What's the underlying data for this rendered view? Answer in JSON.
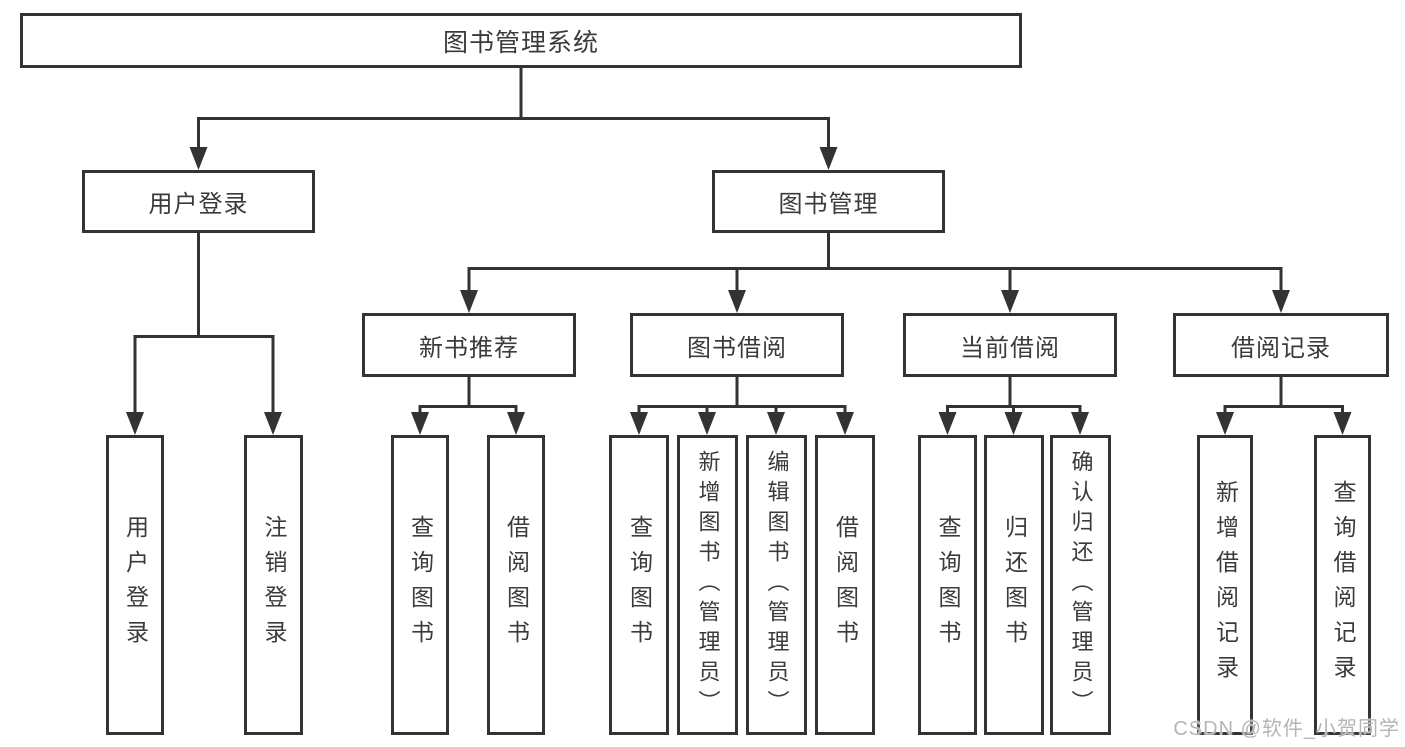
{
  "diagram": {
    "title": "图书管理系统",
    "watermark": "CSDN @软件_小贺同学",
    "colors": {
      "border": "#333333",
      "text": "#3b3b3b",
      "background": "#ffffff",
      "watermark": "#b5b5b5"
    },
    "root": {
      "label": "图书管理系统"
    },
    "level1": [
      {
        "label": "用户登录",
        "children": [
          {
            "label": "用户登录"
          },
          {
            "label": "注销登录"
          }
        ]
      },
      {
        "label": "图书管理",
        "children": [
          {
            "label": "新书推荐",
            "children": [
              {
                "label": "查询图书"
              },
              {
                "label": "借阅图书"
              }
            ]
          },
          {
            "label": "图书借阅",
            "children": [
              {
                "label": "查询图书"
              },
              {
                "label": "新增图书（管理员）"
              },
              {
                "label": "编辑图书（管理员）"
              },
              {
                "label": "借阅图书"
              }
            ]
          },
          {
            "label": "当前借阅",
            "children": [
              {
                "label": "查询图书"
              },
              {
                "label": "归还图书"
              },
              {
                "label": "确认归还（管理员）"
              }
            ]
          },
          {
            "label": "借阅记录",
            "children": [
              {
                "label": "新增借阅记录"
              },
              {
                "label": "查询借阅记录"
              }
            ]
          }
        ]
      }
    ]
  }
}
